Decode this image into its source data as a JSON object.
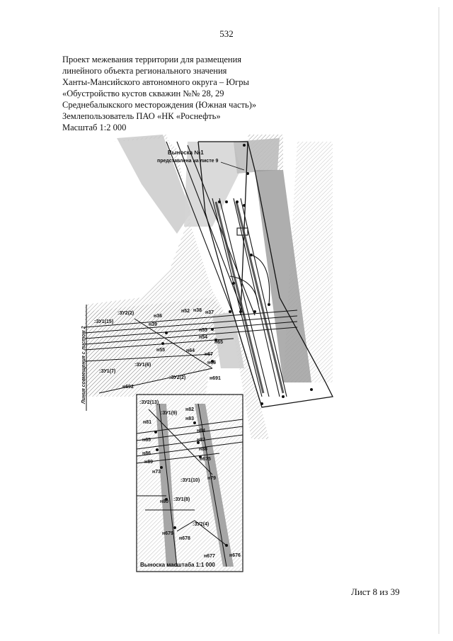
{
  "page": {
    "number": "532",
    "sheet_label": "Лист 8 из 39"
  },
  "title": {
    "lines": [
      "Проект межевания территории для размещения",
      "линейного объекта регионального значения",
      "Ханты-Мансийского автономного округа – Югры",
      "«Обустройство кустов скважин №№ 28, 29",
      "Среднебалыкского месторождения (Южная часть)»",
      "Землепользователь ПАО «НК «Роснефть»",
      "Масштаб 1:2 000"
    ]
  },
  "map": {
    "callout_1": {
      "line1": "Выноска №1",
      "line2": "представлена на листе 9"
    },
    "side_label": "Линия совмещения с листом 2",
    "main_labels": {
      "zu1_15": ":ЗУ1(15)",
      "zu2_2a": ":ЗУ2(2)",
      "zu1_7": ":ЗУ1(7)",
      "zu1_6": ":ЗУ1(6)",
      "zu2_2b": ":ЗУ2(2)",
      "n36": "н36",
      "n39": "н39",
      "n52": "н52",
      "n38": "н38",
      "n37": "н37",
      "n53": "н53",
      "n54": "н54",
      "n65": "н65",
      "n55": "н55",
      "n64": "н64",
      "n67": "н67",
      "n66": "н66",
      "n691": "н691",
      "n692": "н692"
    },
    "inset": {
      "caption": "Выноска масштаба 1:1 000",
      "labels": {
        "zu2_13": ":ЗУ2(13)",
        "zu1_9": ":ЗУ1(9)",
        "n82": "н82",
        "n81": "н81",
        "n83": "н83",
        "n84": "н84",
        "n85": "н85",
        "n87": "н87",
        "n86": "н86",
        "n88": "н88",
        "n89": "н89",
        "n675": "н675",
        "n79": "н79",
        "n73": "н73",
        "zu1_10": ":ЗУ1(10)",
        "zu1_8": ":ЗУ1(8)",
        "n80": "н80",
        "zu2_4": ":ЗУ2(4)",
        "n679": "н679",
        "n678": "н678",
        "n677": "н677",
        "n676": "н676"
      }
    }
  }
}
